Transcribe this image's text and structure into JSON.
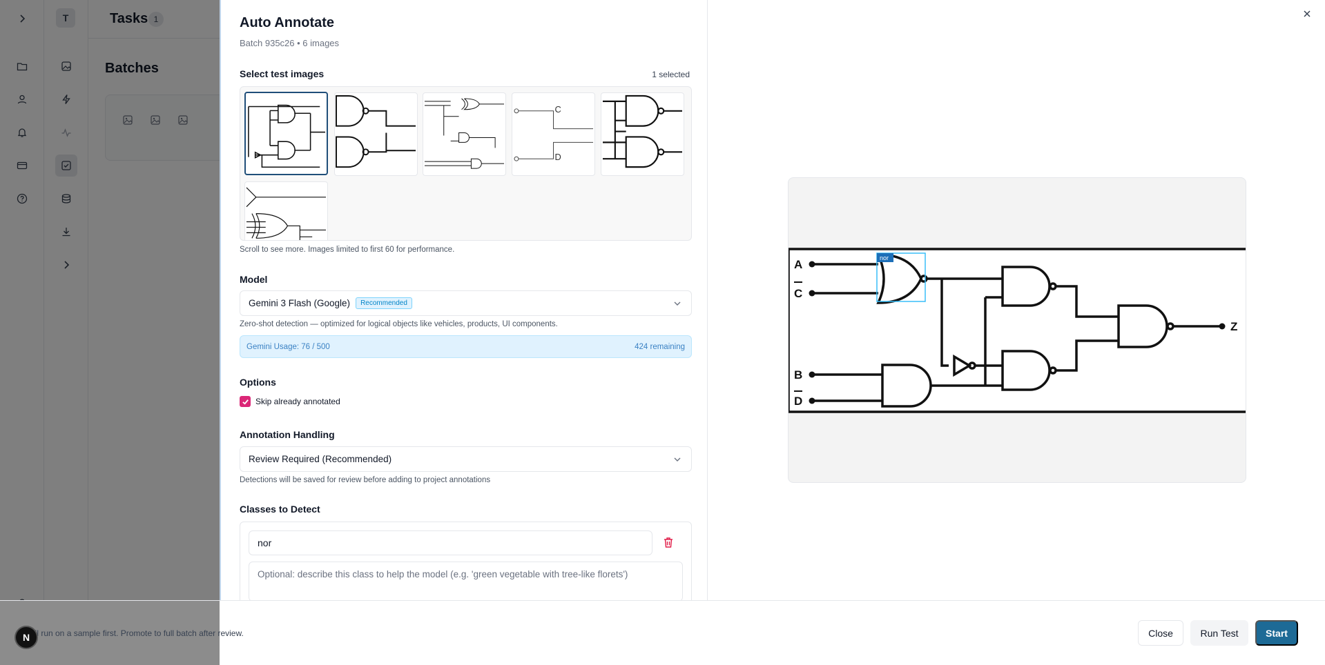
{
  "background": {
    "workspace_initial": "T",
    "page_title": "Tasks",
    "task_count": "1",
    "section_title": "Batches"
  },
  "dialog": {
    "title": "Auto Annotate",
    "subtitle": "Batch 935c26 • 6 images",
    "select_images_label": "Select test images",
    "selected_count": "1 selected",
    "scroll_hint": "Scroll to see more. Images limited to first 60 for performance.",
    "model_label": "Model",
    "model_value": "Gemini 3 Flash (Google)",
    "model_badge": "Recommended",
    "model_hint": "Zero-shot detection — optimized for logical objects like vehicles, products, UI components.",
    "usage_left": "Gemini Usage: 76 / 500",
    "usage_right": "424 remaining",
    "options_label": "Options",
    "skip_label": "Skip already annotated",
    "skip_checked": true,
    "handling_label": "Annotation Handling",
    "handling_value": "Review Required (Recommended)",
    "handling_hint": "Detections will be saved for review before adding to project annotations",
    "classes_label": "Classes to Detect",
    "class_name": "nor",
    "class_desc_placeholder": "Optional: describe this class to help the model (e.g. 'green vegetable with tree-like florets')"
  },
  "preview": {
    "detection_label": "nor",
    "circuit_labels": [
      "A",
      "C",
      "B",
      "D",
      "Z"
    ]
  },
  "footer": {
    "note": "s will run on a sample first. Promote to full batch after review.",
    "avatar_letter": "N",
    "close_label": "Close",
    "run_test_label": "Run Test",
    "start_label": "Start"
  },
  "colors": {
    "primary": "#1d6a96",
    "checkbox": "#db2777",
    "delete": "#e11d48",
    "detection_box": "#38bdf8"
  }
}
